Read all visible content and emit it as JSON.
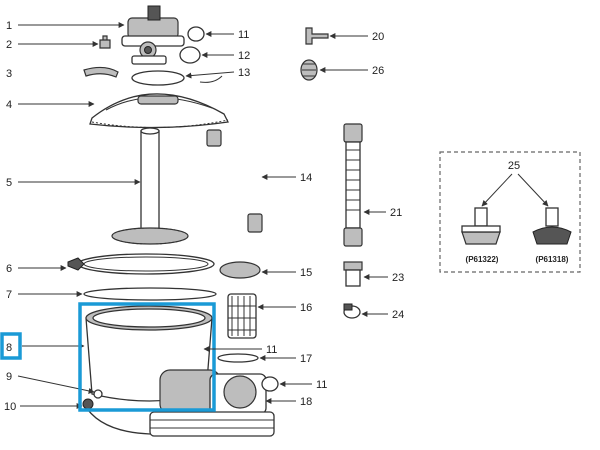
{
  "callouts": [
    "1",
    "2",
    "3",
    "4",
    "5",
    "6",
    "7",
    "8",
    "9",
    "10",
    "11",
    "12",
    "13",
    "14",
    "15",
    "16",
    "11",
    "17",
    "11",
    "18",
    "20",
    "26",
    "21",
    "23",
    "24",
    "25"
  ],
  "variant_box": {
    "number": "25",
    "variants": [
      "(P61322)",
      "(P61318)"
    ]
  },
  "highlight": {
    "part_number": "8",
    "color": "#1a9ad6"
  },
  "colors": {
    "line": "#333333",
    "part_shade": "#bdbdbd",
    "highlight": "#1a9ad6"
  }
}
